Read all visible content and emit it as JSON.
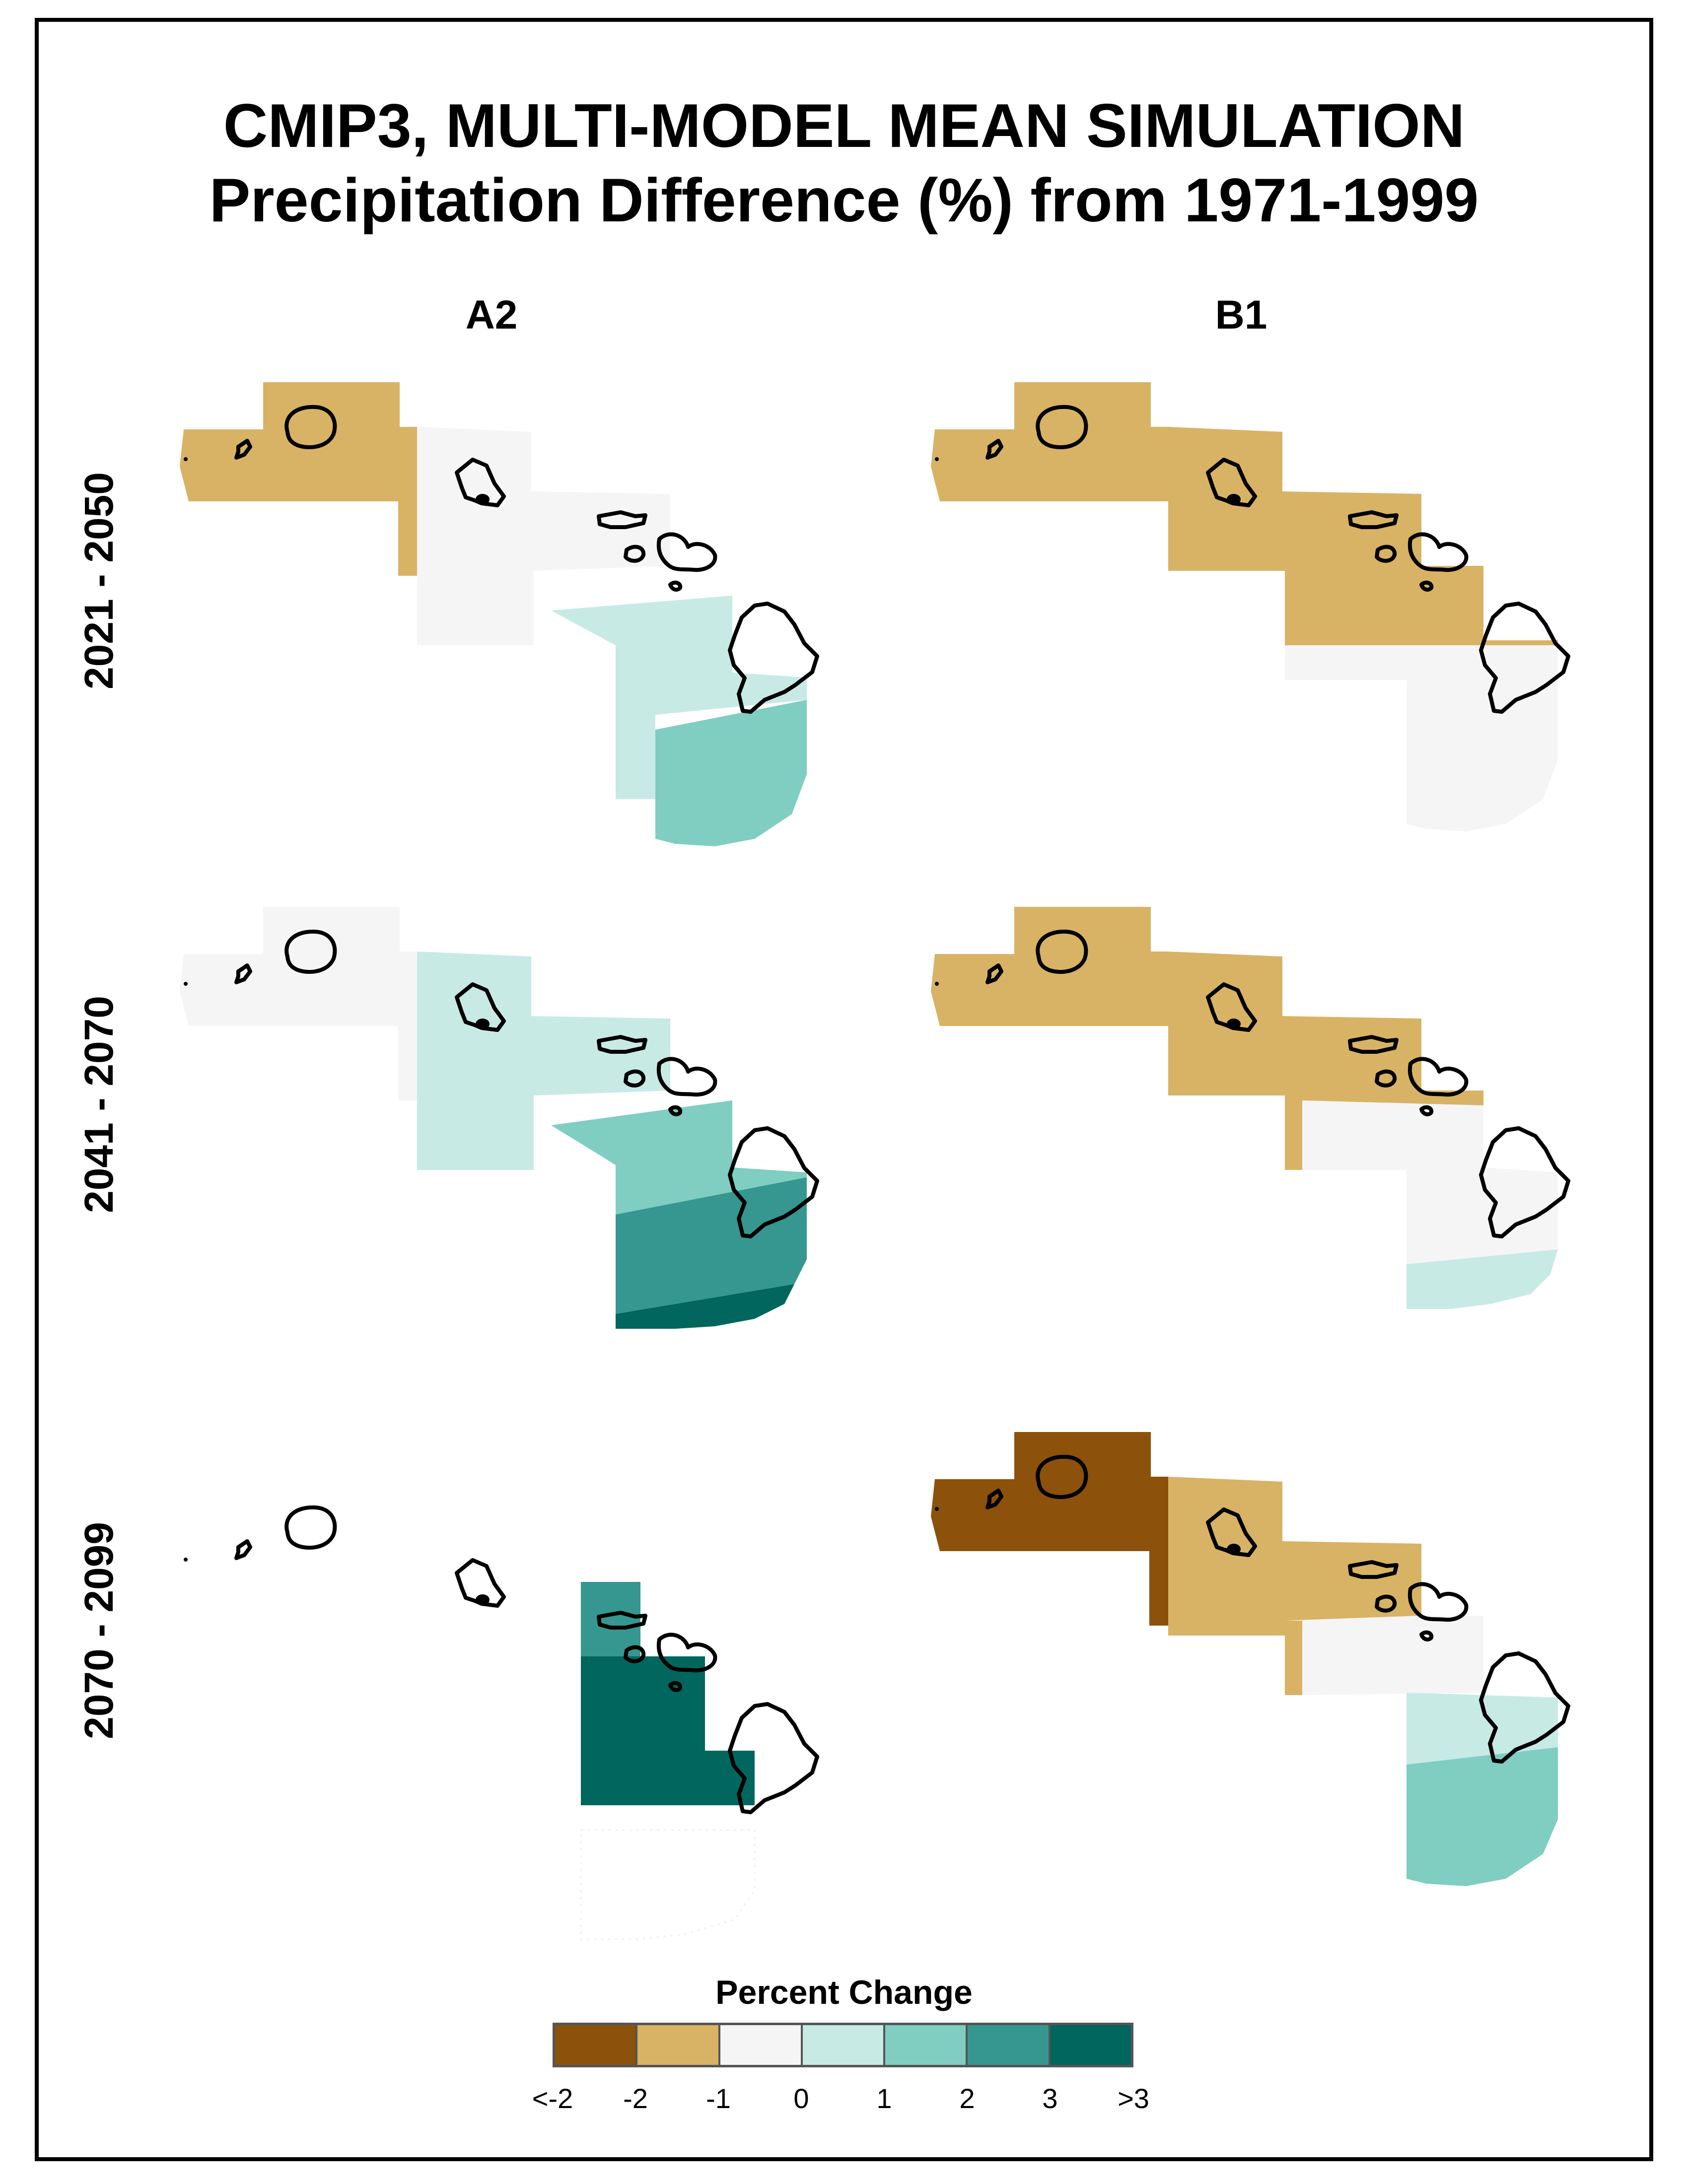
{
  "title": {
    "line1": "CMIP3, MULTI-MODEL MEAN SIMULATION",
    "line2": "Precipitation Difference (%) from 1971-1999"
  },
  "columns": [
    "A2",
    "B1"
  ],
  "rows": [
    "2021 - 2050",
    "2041 - 2070",
    "2070 - 2099"
  ],
  "legend": {
    "title": "Percent Change",
    "classes": [
      {
        "label": "<-2",
        "color": "#8c510a"
      },
      {
        "label": "-2",
        "color": "#d8b365"
      },
      {
        "label": "-1",
        "color": "#f5f5f5"
      },
      {
        "label": "0",
        "color": "#c7eae5"
      },
      {
        "label": "1",
        "color": "#80cdc1"
      },
      {
        "label": "2",
        "color": "#35978f"
      },
      {
        "label": "3",
        "color": "#01665e"
      }
    ],
    "tick_labels": [
      "<-2",
      "-2",
      "-1",
      "0",
      "1",
      "2",
      "3",
      ">3"
    ]
  },
  "maps": [
    {
      "scenario": "A2",
      "period": "2021 - 2050",
      "regions": {
        "kauai": 1,
        "oahu": 2,
        "maui": 2,
        "bigisland_n": 3,
        "bigisland_s": 4
      }
    },
    {
      "scenario": "B1",
      "period": "2021 - 2050",
      "regions": {
        "kauai": 1,
        "oahu": 1,
        "maui": 1,
        "bigisland_n": 2,
        "bigisland_s": 2
      }
    },
    {
      "scenario": "A2",
      "period": "2041 - 2070",
      "regions": {
        "kauai": 2,
        "oahu": 3,
        "maui": 3,
        "bigisland_n": 4,
        "bigisland_s": 5,
        "bigisland_tip": 6
      }
    },
    {
      "scenario": "B1",
      "period": "2041 - 2070",
      "regions": {
        "kauai": 1,
        "oahu": 1,
        "maui": 1,
        "bigisland_n": 2,
        "bigisland_s": 3
      }
    },
    {
      "scenario": "A2",
      "period": "2070 - 2099",
      "regions": {
        "maui_e": 5,
        "bigisland_n": 6
      }
    },
    {
      "scenario": "B1",
      "period": "2070 - 2099",
      "regions": {
        "kauai": 0,
        "oahu": 1,
        "maui": 1,
        "bigisland_n": 2,
        "bigisland_mid": 3,
        "bigisland_s": 4
      }
    }
  ]
}
